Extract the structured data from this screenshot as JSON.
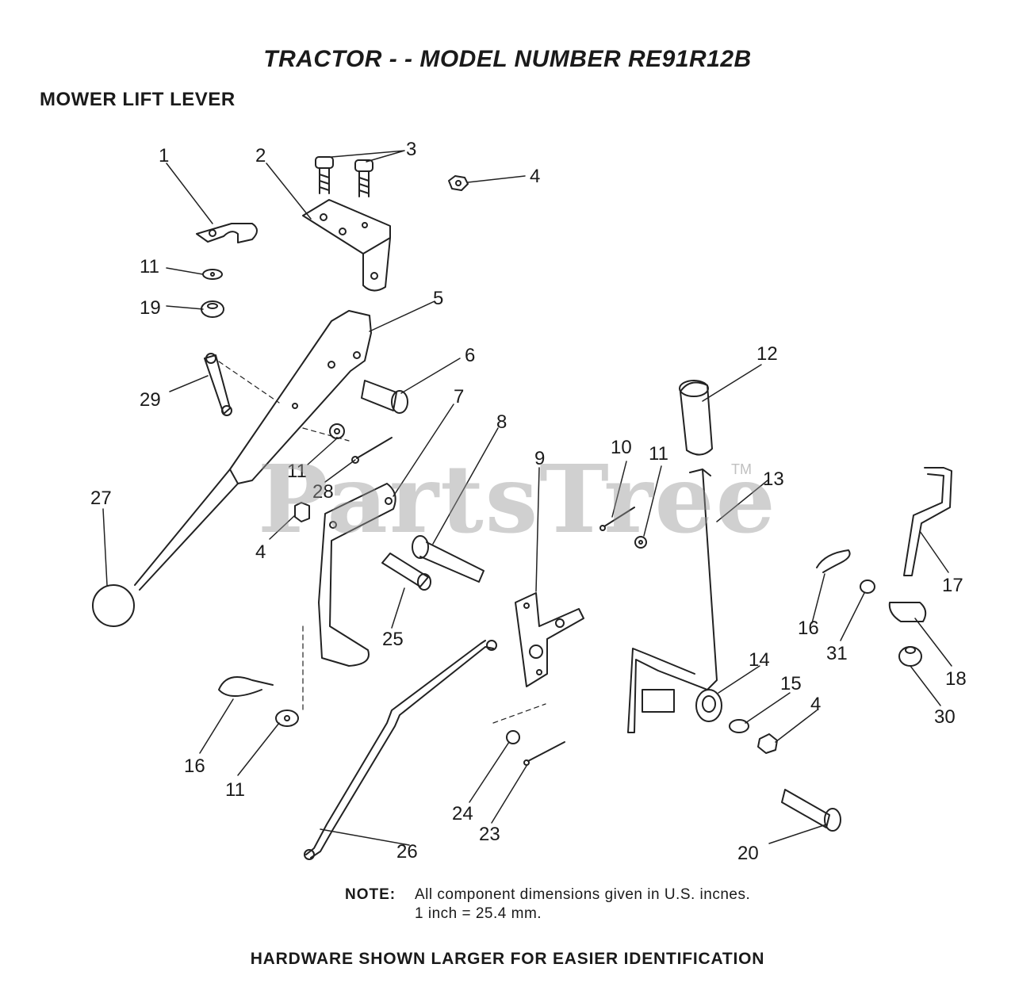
{
  "title": "TRACTOR - - MODEL NUMBER RE91R12B",
  "subtitle": "MOWER LIFT LEVER",
  "watermark": "PartsTree",
  "watermark_mark": "TM",
  "note": {
    "label": "NOTE:",
    "line1": "All component dimensions given in U.S. incnes.",
    "line2": "1 inch = 25.4 mm."
  },
  "footer": "HARDWARE SHOWN LARGER FOR EASIER IDENTIFICATION",
  "callouts": [
    "1",
    "2",
    "3",
    "4",
    "11",
    "19",
    "5",
    "6",
    "29",
    "7",
    "8",
    "9",
    "10",
    "11",
    "12",
    "13",
    "11",
    "28",
    "27",
    "4",
    "25",
    "17",
    "16",
    "31",
    "18",
    "14",
    "15",
    "4",
    "30",
    "16",
    "11",
    "24",
    "23",
    "26",
    "20"
  ]
}
